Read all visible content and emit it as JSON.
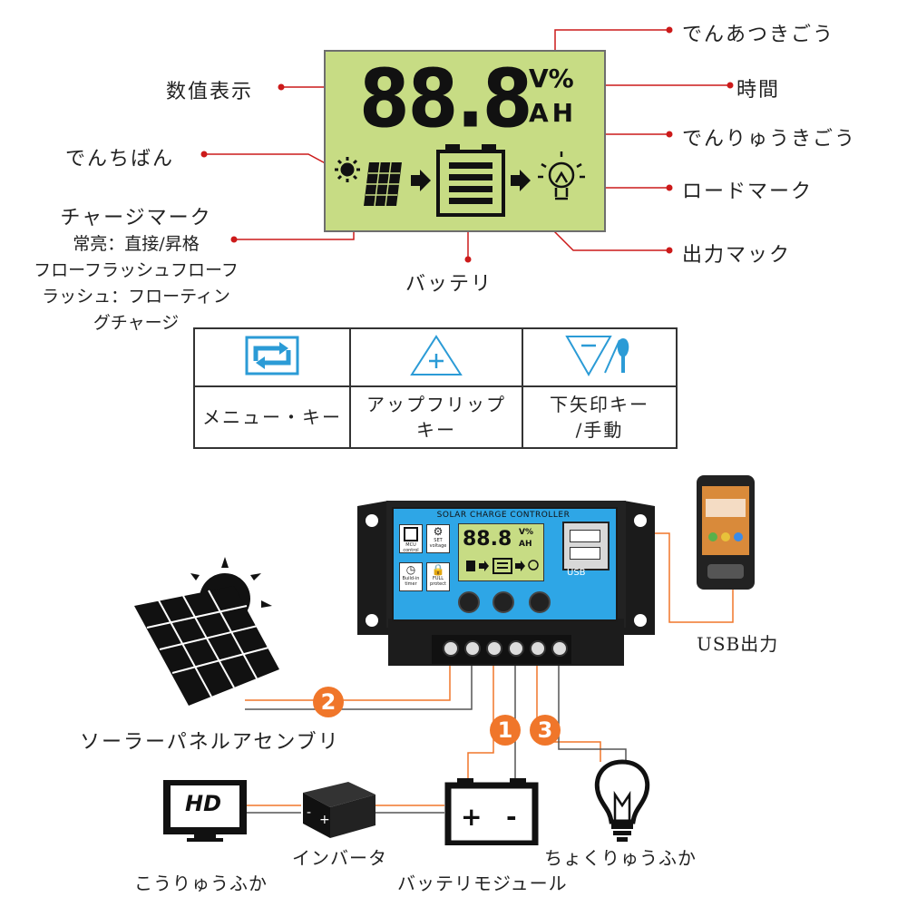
{
  "lcd": {
    "digits": "88.8",
    "unit_top": "V%",
    "unit_bottom": "AH"
  },
  "callouts": {
    "numeric_display": "数值表示",
    "solar_panel": "でんちばん",
    "charge_mark": "チャージマーク",
    "charge_mark_desc": [
      "常亮：直接/昇格",
      "フローフラッシュフローフ",
      "ラッシュ：フローティン",
      "グチャージ"
    ],
    "battery": "バッテリ",
    "voltage_symbol": "でんあつきごう",
    "time": "時間",
    "current_symbol": "でんりゅうきごう",
    "load_mark": "ロードマーク",
    "output_mark": "出力マック"
  },
  "keys": [
    {
      "icon": "menu-icon",
      "label_lines": [
        "メニュー・キー"
      ]
    },
    {
      "icon": "up-icon",
      "label_lines": [
        "アップフリップ",
        "キー"
      ]
    },
    {
      "icon": "down-manual-icon",
      "label_lines": [
        "下矢印キー",
        "/手動"
      ]
    }
  ],
  "controller": {
    "title": "SOLAR CHARGE CONTROLLER",
    "digits": "88.8",
    "unit_top": "V%",
    "unit_bottom": "AH",
    "usb_label": "USB",
    "feature_keys": [
      {
        "icon": "chip-icon",
        "label": "MCU control"
      },
      {
        "icon": "gear-icon",
        "label": "SET voltage"
      },
      {
        "icon": "clock-icon",
        "label": "Build-in timer"
      },
      {
        "icon": "lock-icon",
        "label": "FULL protect"
      }
    ]
  },
  "wiring": {
    "usb_output": "USB出力",
    "solar_assembly": "ソーラーパネルアセンブリ",
    "ac_load": "こうりゅうふか",
    "inverter": "インバータ",
    "battery_module": "バッテリモジュール",
    "dc_load": "ちょくりゅうふか",
    "steps": [
      "1",
      "2",
      "3"
    ],
    "tv_label": "HD"
  },
  "colors": {
    "lcd_green": "#c7dc84",
    "callout_red": "#cc1a1a",
    "controller_blue": "#2ea6e6",
    "step_orange": "#f0762a",
    "icon_blue": "#2b9bd6"
  }
}
